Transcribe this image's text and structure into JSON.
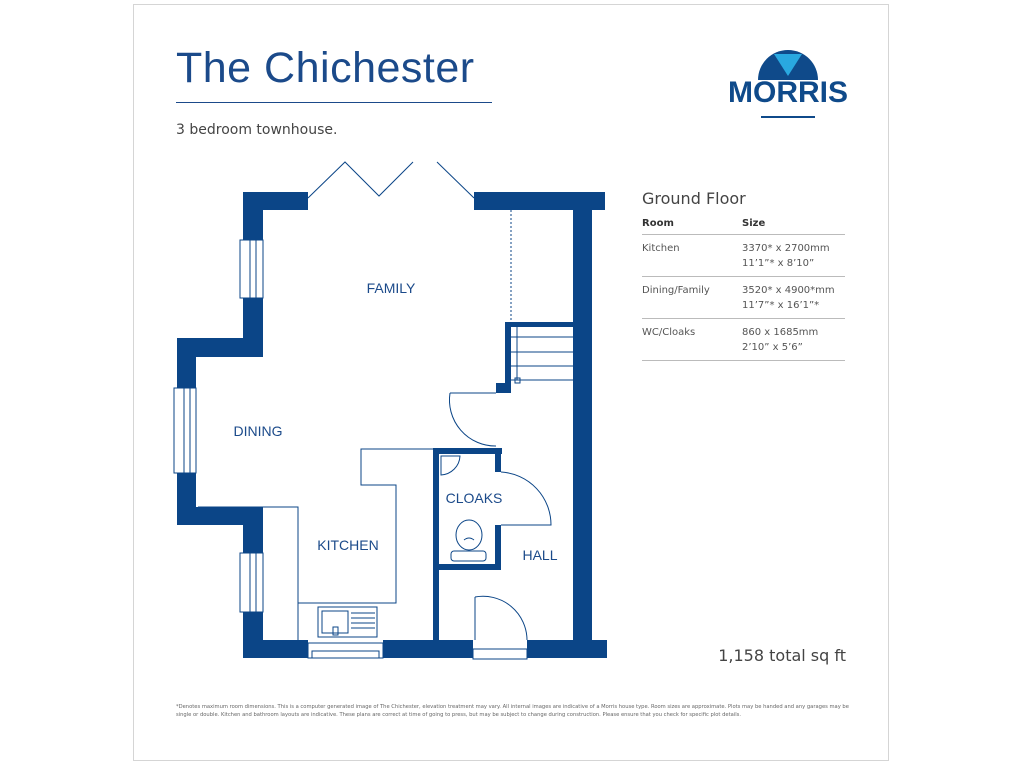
{
  "title": "The Chichester",
  "subtitle": "3 bedroom townhouse.",
  "logo": {
    "text": "MORRIS",
    "colors": {
      "dark": "#0f4a8a",
      "light": "#29a8e0"
    }
  },
  "floor": {
    "heading": "Ground Floor",
    "columns": [
      "Room",
      "Size"
    ],
    "rows": [
      {
        "room": "Kitchen",
        "metric": "3370* x 2700mm",
        "imperial": "11’1”* x 8’10”"
      },
      {
        "room": "Dining/Family",
        "metric": "3520* x 4900*mm",
        "imperial": "11’7”* x 16’1”*"
      },
      {
        "room": "WC/Cloaks",
        "metric": "860 x 1685mm",
        "imperial": "2’10” x 5’6”"
      }
    ]
  },
  "plan": {
    "wall_color": "#0b4587",
    "labels": {
      "family": "FAMILY",
      "dining": "DINING",
      "kitchen": "KITCHEN",
      "cloaks": "CLOAKS",
      "hall": "HALL"
    }
  },
  "total": "1,158 total sq ft",
  "footnote": "*Denotes maximum room dimensions. This is a computer generated image of The Chichester, elevation treatment may vary. All internal images are indicative of a Morris house type. Room sizes are approximate. Plots may be handed and any garages may be single or double. Kitchen and bathroom layouts are indicative. These plans are correct at time of going to press, but may be subject to change during construction. Please ensure that you check for specific plot details."
}
